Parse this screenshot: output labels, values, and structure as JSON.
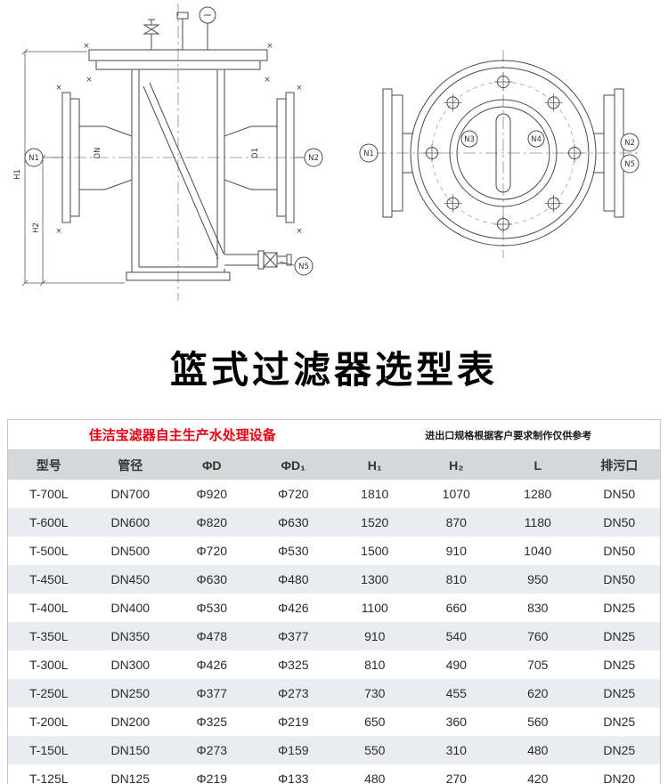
{
  "page": {
    "title": "篮式过滤器选型表"
  },
  "table": {
    "brand_header": "佳洁宝滤器自主生产水处理设备",
    "brand_note": "进出口规格根据客户要求制作仅供参考",
    "columns": [
      "型号",
      "管径",
      "ΦD",
      "ΦD₁",
      "H₁",
      "H₂",
      "L",
      "排污口"
    ],
    "rows": [
      [
        "T-700L",
        "DN700",
        "Φ920",
        "Φ720",
        "1810",
        "1070",
        "1280",
        "DN50"
      ],
      [
        "T-600L",
        "DN600",
        "Φ820",
        "Φ630",
        "1520",
        "870",
        "1180",
        "DN50"
      ],
      [
        "T-500L",
        "DN500",
        "Φ720",
        "Φ530",
        "1500",
        "910",
        "1040",
        "DN50"
      ],
      [
        "T-450L",
        "DN450",
        "Φ630",
        "Φ480",
        "1300",
        "810",
        "950",
        "DN50"
      ],
      [
        "T-400L",
        "DN400",
        "Φ530",
        "Φ426",
        "1100",
        "660",
        "830",
        "DN25"
      ],
      [
        "T-350L",
        "DN350",
        "Φ478",
        "Φ377",
        "910",
        "540",
        "760",
        "DN25"
      ],
      [
        "T-300L",
        "DN300",
        "Φ426",
        "Φ325",
        "810",
        "490",
        "705",
        "DN25"
      ],
      [
        "T-250L",
        "DN250",
        "Φ377",
        "Φ273",
        "730",
        "455",
        "620",
        "DN25"
      ],
      [
        "T-200L",
        "DN200",
        "Φ325",
        "Φ219",
        "650",
        "360",
        "560",
        "DN25"
      ],
      [
        "T-150L",
        "DN150",
        "Φ273",
        "Φ159",
        "550",
        "310",
        "480",
        "DN25"
      ],
      [
        "T-125L",
        "DN125",
        "Φ219",
        "Φ133",
        "480",
        "270",
        "420",
        "DN20"
      ]
    ]
  },
  "drawing": {
    "side_view": {
      "n1": "N1",
      "n2": "N2",
      "n5": "N5",
      "h1": "H1",
      "h2": "H2",
      "dn": "DN",
      "d1": "D1"
    },
    "front_view": {
      "n1": "N1",
      "n2": "N2",
      "n3": "N3",
      "n4": "N4",
      "n5": "N5"
    },
    "line_color": "#4a4a4a"
  }
}
